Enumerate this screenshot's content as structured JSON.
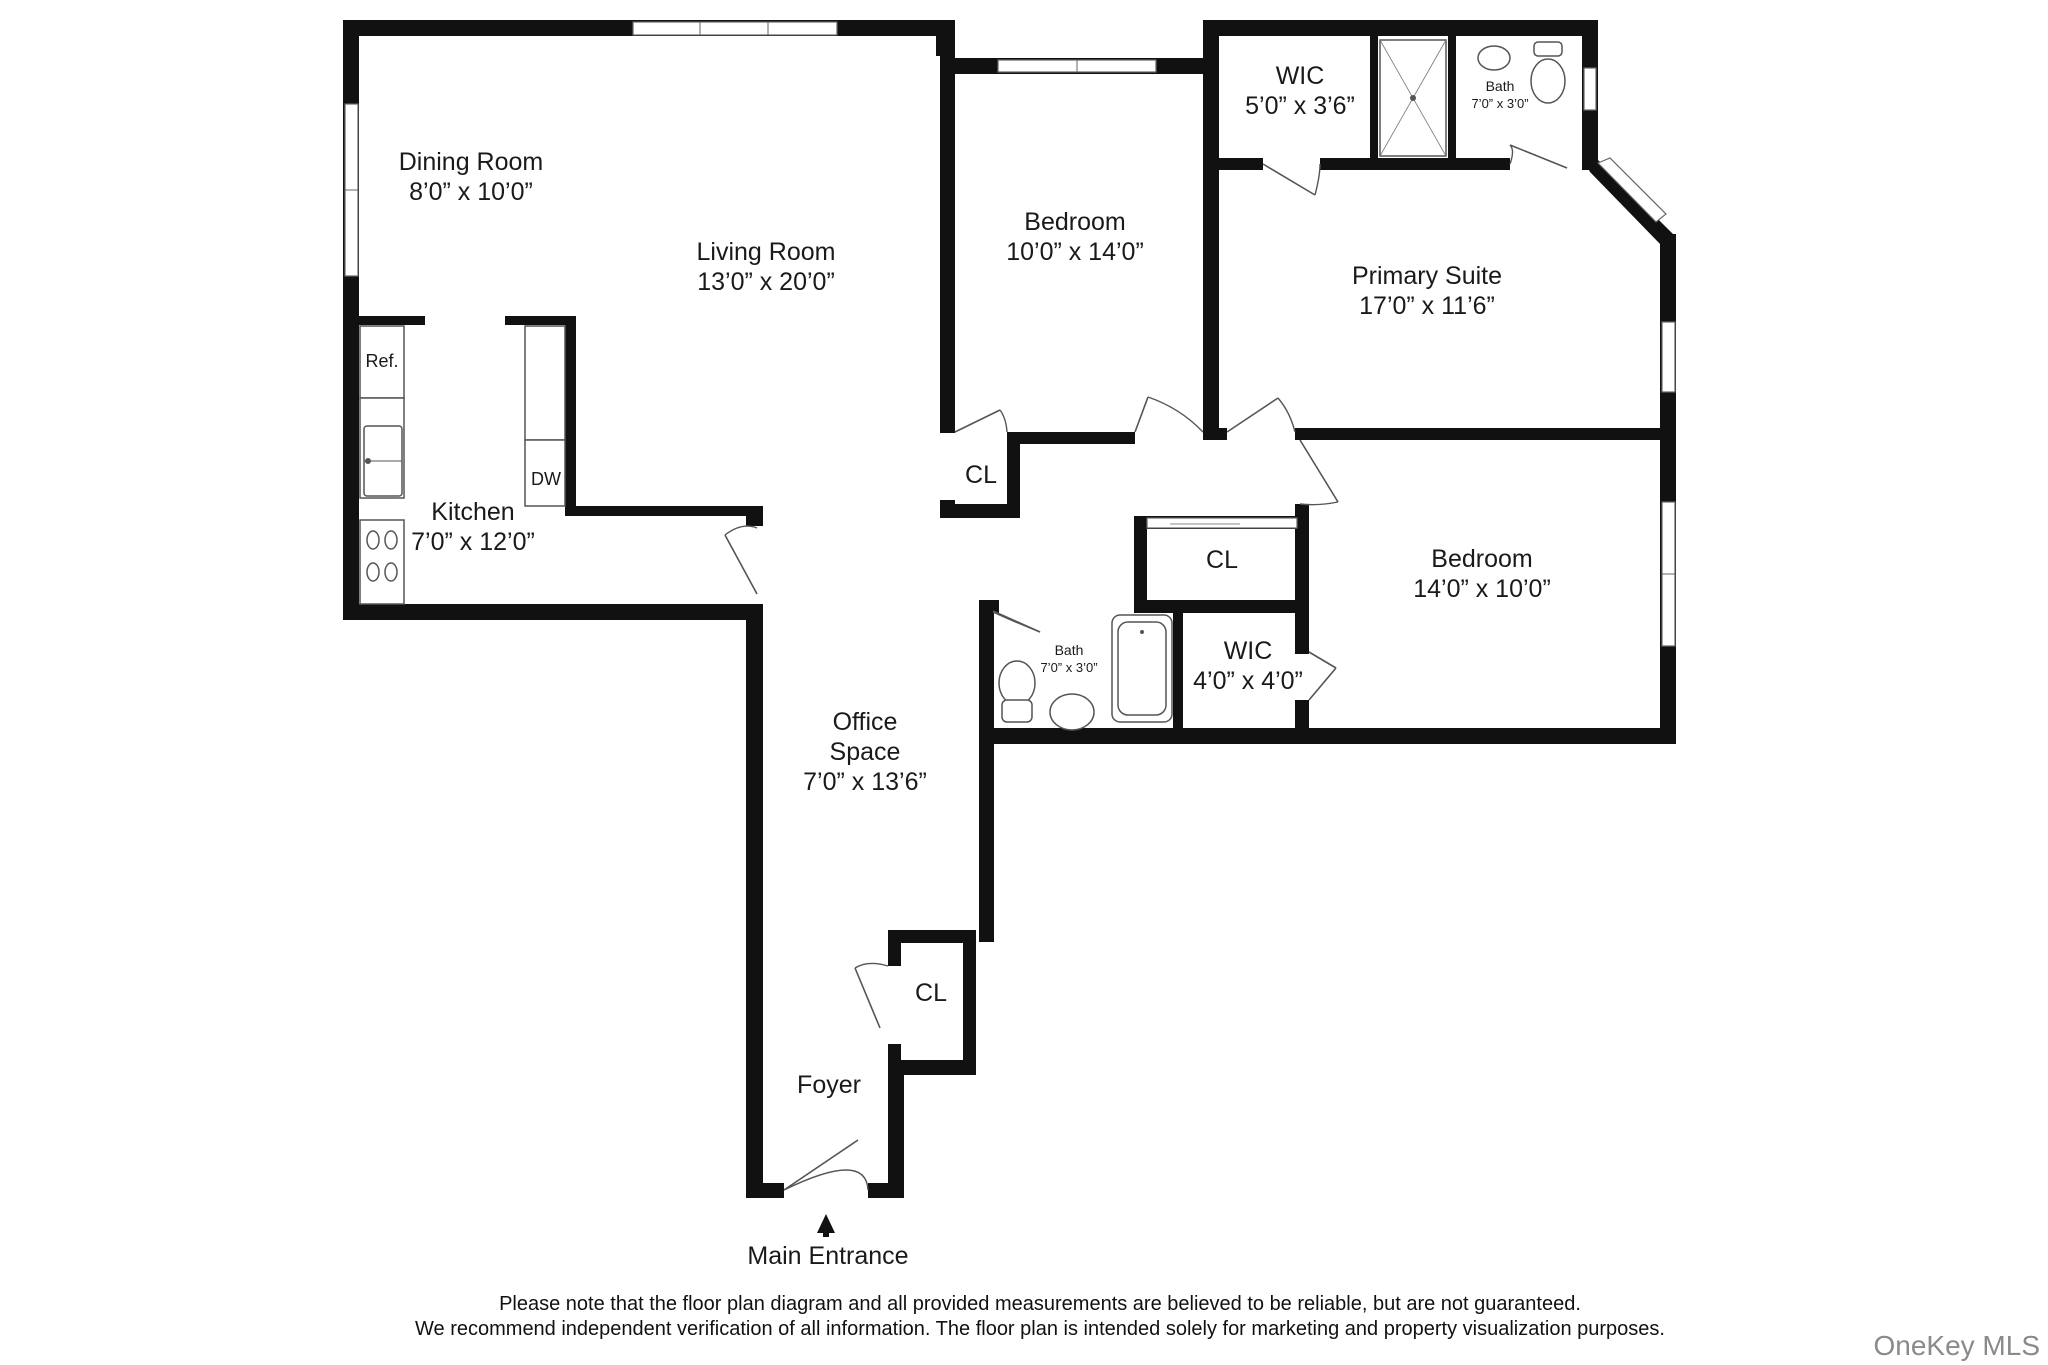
{
  "rooms": {
    "dining": {
      "name": "Dining Room",
      "dim": "8’0” x 10’0”"
    },
    "living": {
      "name": "Living Room",
      "dim": "13’0” x 20’0”"
    },
    "bedroom1": {
      "name": "Bedroom",
      "dim": "10’0” x 14’0”"
    },
    "wic1": {
      "name": "WIC",
      "dim": "5’0” x 3’6”"
    },
    "bath1": {
      "name": "Bath",
      "dim": "7’0” x 3’0”"
    },
    "primary": {
      "name": "Primary Suite",
      "dim": "17’0” x 11’6”"
    },
    "kitchen": {
      "name": "Kitchen",
      "dim": "7’0” x 12’0”"
    },
    "cl1": {
      "name": "CL"
    },
    "cl2": {
      "name": "CL"
    },
    "cl3": {
      "name": "CL"
    },
    "bedroom2": {
      "name": "Bedroom",
      "dim": "14’0” x 10’0”"
    },
    "bath2": {
      "name": "Bath",
      "dim": "7’0” x 3’0”"
    },
    "wic2": {
      "name": "WIC",
      "dim": "4’0” x 4’0”"
    },
    "office": {
      "name1": "Office",
      "name2": "Space",
      "dim": "7’0” x 13’6”"
    },
    "foyer": {
      "name": "Foyer"
    }
  },
  "fixtures": {
    "ref": "Ref.",
    "dw": "DW"
  },
  "entrance": {
    "label": "Main Entrance"
  },
  "disclaimer": {
    "line1": "Please note that the floor plan diagram and all provided measurements are believed to be reliable, but are not guaranteed.",
    "line2": "We recommend independent verification of all information. The floor plan is intended solely for marketing and property visualization purposes."
  },
  "watermark": "OneKey MLS"
}
